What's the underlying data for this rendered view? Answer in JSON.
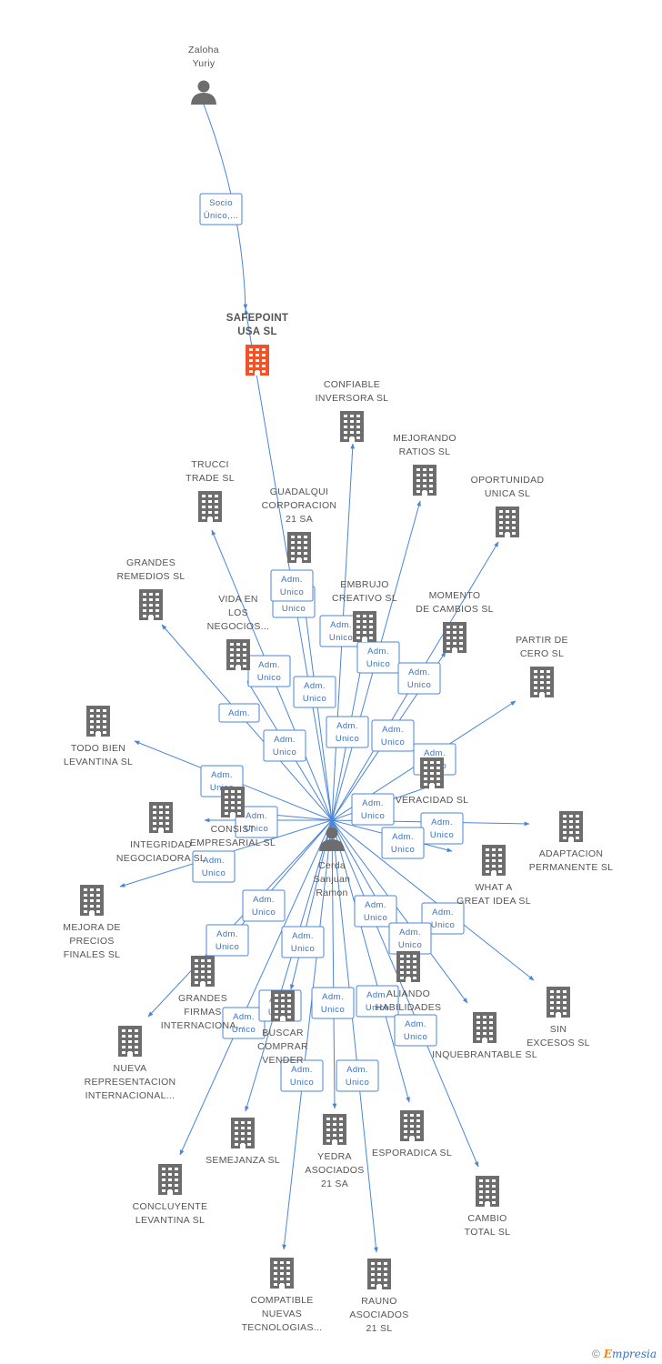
{
  "colors": {
    "edge": "#4a86d8",
    "company_icon": "#6d6d6d",
    "focus_company_icon": "#f0522a",
    "person_icon": "#6d6d6d"
  },
  "footer": {
    "copyright": "©",
    "brand_initial": "E",
    "brand_rest": "mpresia"
  },
  "nodes": [
    {
      "id": "zaloha",
      "type": "person",
      "lines": [
        "Zaloha",
        "Yuriy"
      ]
    },
    {
      "id": "safepoint",
      "type": "company",
      "focus": true,
      "lines": [
        "SAFEPOINT",
        "USA SL"
      ]
    },
    {
      "id": "cerda",
      "type": "person",
      "lines": [
        "Cerda",
        "Sanjuan",
        "Ramon"
      ]
    },
    {
      "id": "confiable",
      "type": "company",
      "lines": [
        "CONFIABLE",
        "INVERSORA SL"
      ]
    },
    {
      "id": "mejorando",
      "type": "company",
      "lines": [
        "MEJORANDO",
        "RATIOS SL"
      ]
    },
    {
      "id": "trucci",
      "type": "company",
      "lines": [
        "TRUCCI",
        "TRADE SL"
      ]
    },
    {
      "id": "guadalqui",
      "type": "company",
      "lines": [
        "GUADALQUI",
        "CORPORACION",
        "21 SA"
      ]
    },
    {
      "id": "oportunidad",
      "type": "company",
      "lines": [
        "OPORTUNIDAD",
        "UNICA SL"
      ]
    },
    {
      "id": "grandes_remedios",
      "type": "company",
      "lines": [
        "GRANDES",
        "REMEDIOS SL"
      ]
    },
    {
      "id": "embrujo",
      "type": "company",
      "lines": [
        "EMBRUJO",
        "CREATIVO SL"
      ]
    },
    {
      "id": "momento",
      "type": "company",
      "lines": [
        "MOMENTO",
        "DE CAMBIOS SL"
      ]
    },
    {
      "id": "vida",
      "type": "company",
      "lines": [
        "VIDA EN",
        "LOS",
        "NEGOCIOS..."
      ]
    },
    {
      "id": "partir",
      "type": "company",
      "lines": [
        "PARTIR DE",
        "CERO SL"
      ]
    },
    {
      "id": "todo_bien",
      "type": "company",
      "lines": [
        "TODO BIEN",
        "LEVANTINA SL"
      ]
    },
    {
      "id": "veracidad",
      "type": "company",
      "lines": [
        "VERACIDAD SL"
      ]
    },
    {
      "id": "consist",
      "type": "company",
      "lines": [
        "CONSIST",
        "EMPRESARIAL SL"
      ]
    },
    {
      "id": "integridad",
      "type": "company",
      "lines": [
        "INTEGRIDAD",
        "NEGOCIADORA SL"
      ]
    },
    {
      "id": "adaptacion",
      "type": "company",
      "lines": [
        "ADAPTACION",
        "PERMANENTE SL"
      ]
    },
    {
      "id": "what",
      "type": "company",
      "lines": [
        "WHAT A",
        "GREAT IDEA SL"
      ]
    },
    {
      "id": "mejora",
      "type": "company",
      "lines": [
        "MEJORA DE",
        "PRECIOS",
        "FINALES SL"
      ]
    },
    {
      "id": "grandes_firmas",
      "type": "company",
      "lines": [
        "GRANDES",
        "FIRMAS",
        "INTERNACIONA..."
      ]
    },
    {
      "id": "aliando",
      "type": "company",
      "lines": [
        "ALIANDO",
        "HABILIDADES"
      ]
    },
    {
      "id": "sin",
      "type": "company",
      "lines": [
        "SIN",
        "EXCESOS SL"
      ]
    },
    {
      "id": "nueva",
      "type": "company",
      "lines": [
        "NUEVA",
        "REPRESENTACION",
        "INTERNACIONAL..."
      ]
    },
    {
      "id": "buscar",
      "type": "company",
      "lines": [
        "BUSCAR",
        "COMPRAR",
        "VENDER"
      ]
    },
    {
      "id": "inquebrantable",
      "type": "company",
      "lines": [
        "INQUEBRANTABLE SL"
      ]
    },
    {
      "id": "semejanza",
      "type": "company",
      "lines": [
        "SEMEJANZA SL"
      ]
    },
    {
      "id": "yedra",
      "type": "company",
      "lines": [
        "YEDRA",
        "ASOCIADOS",
        "21 SA"
      ]
    },
    {
      "id": "esporadica",
      "type": "company",
      "lines": [
        "ESPORADICA SL"
      ]
    },
    {
      "id": "concluyente",
      "type": "company",
      "lines": [
        "CONCLUYENTE",
        "LEVANTINA SL"
      ]
    },
    {
      "id": "cambio",
      "type": "company",
      "lines": [
        "CAMBIO",
        "TOTAL SL"
      ]
    },
    {
      "id": "compatible",
      "type": "company",
      "lines": [
        "COMPATIBLE",
        "NUEVAS",
        "TECNOLOGIAS..."
      ]
    },
    {
      "id": "rauno",
      "type": "company",
      "lines": [
        "RAUNO",
        "ASOCIADOS",
        "21 SL"
      ]
    }
  ],
  "edges": [
    {
      "from": "zaloha",
      "to": "safepoint",
      "lines": [
        "Socio",
        "Único,..."
      ]
    },
    {
      "from": "cerda",
      "to": "safepoint",
      "lines": [
        "Adm.",
        "Unico"
      ]
    },
    {
      "from": "cerda",
      "to": "confiable",
      "lines": [
        "Adm.",
        "Unico"
      ]
    },
    {
      "from": "cerda",
      "to": "mejorando",
      "lines": [
        "Adm.",
        "Unico"
      ]
    },
    {
      "from": "cerda",
      "to": "trucci",
      "lines": [
        "Adm.",
        "Unico"
      ]
    },
    {
      "from": "cerda",
      "to": "guadalqui",
      "lines": [
        "Adm.",
        "Unico"
      ]
    },
    {
      "from": "cerda",
      "to": "oportunidad",
      "lines": [
        "Adm.",
        "Unico"
      ]
    },
    {
      "from": "cerda",
      "to": "grandes_remedios",
      "lines": [
        "Adm."
      ]
    },
    {
      "from": "cerda",
      "to": "embrujo",
      "lines": [
        "Adm.",
        "Unico"
      ]
    },
    {
      "from": "cerda",
      "to": "momento",
      "lines": [
        "Adm.",
        "Unico"
      ]
    },
    {
      "from": "cerda",
      "to": "vida",
      "lines": [
        "Adm.",
        "Unico"
      ]
    },
    {
      "from": "cerda",
      "to": "partir",
      "lines": [
        "Adm.",
        "Unico"
      ]
    },
    {
      "from": "cerda",
      "to": "todo_bien",
      "lines": [
        "Adm.",
        "Unico"
      ]
    },
    {
      "from": "cerda",
      "to": "veracidad",
      "lines": [
        "Adm.",
        "Unico"
      ]
    },
    {
      "from": "cerda",
      "to": "consist",
      "lines": [
        "Adm.",
        "Unico"
      ]
    },
    {
      "from": "cerda",
      "to": "integridad",
      "lines": [
        "Adm.",
        "Unico"
      ]
    },
    {
      "from": "cerda",
      "to": "adaptacion",
      "lines": [
        "Adm.",
        "Unico"
      ]
    },
    {
      "from": "cerda",
      "to": "what",
      "lines": [
        "Adm.",
        "Unico"
      ]
    },
    {
      "from": "cerda",
      "to": "mejora",
      "lines": [
        "Adm.",
        "Unico"
      ]
    },
    {
      "from": "cerda",
      "to": "grandes_firmas",
      "lines": [
        "Adm.",
        "Unico"
      ]
    },
    {
      "from": "cerda",
      "to": "aliando",
      "lines": [
        "Adm.",
        "Unico"
      ]
    },
    {
      "from": "cerda",
      "to": "sin",
      "lines": [
        "Adm.",
        "Unico"
      ]
    },
    {
      "from": "cerda",
      "to": "nueva",
      "lines": [
        "Adm.",
        "Unico"
      ]
    },
    {
      "from": "cerda",
      "to": "buscar",
      "lines": [
        "Adm.",
        "Unico"
      ]
    },
    {
      "from": "cerda",
      "to": "inquebrantable",
      "lines": [
        "Adm.",
        "Unico"
      ]
    },
    {
      "from": "cerda",
      "to": "semejanza",
      "lines": [
        "Adm.",
        "Unico"
      ]
    },
    {
      "from": "cerda",
      "to": "yedra",
      "lines": [
        "Adm.",
        "Unico"
      ]
    },
    {
      "from": "cerda",
      "to": "esporadica",
      "lines": [
        "Adm.",
        "Unico"
      ]
    },
    {
      "from": "cerda",
      "to": "concluyente",
      "lines": [
        "Adm.",
        "Unico"
      ]
    },
    {
      "from": "cerda",
      "to": "cambio",
      "lines": [
        "Adm.",
        "Unico"
      ]
    },
    {
      "from": "cerda",
      "to": "compatible",
      "lines": [
        "Adm.",
        "Unico"
      ]
    },
    {
      "from": "cerda",
      "to": "rauno",
      "lines": [
        "Adm.",
        "Unico"
      ]
    }
  ]
}
